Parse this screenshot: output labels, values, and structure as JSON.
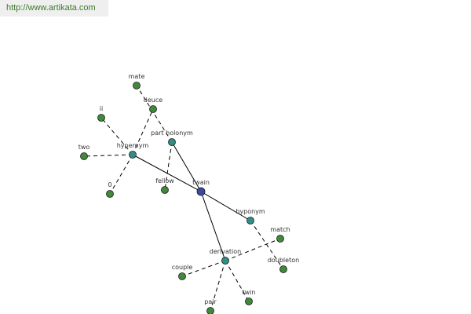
{
  "watermark": "http://www.artikata.com",
  "colors": {
    "center_node": "#3b4aa0",
    "relation_node": "#2f8f86",
    "word_node": "#3f8a3a",
    "node_outline": "#1a1a1a",
    "edge": "#000000"
  },
  "graph": {
    "nodes": [
      {
        "id": "twain",
        "label": "twain",
        "kind": "center"
      },
      {
        "id": "hypernym",
        "label": "hypernym",
        "kind": "relation"
      },
      {
        "id": "part_holonym",
        "label": "part holonym",
        "kind": "relation"
      },
      {
        "id": "hyponym",
        "label": "hyponym",
        "kind": "relation"
      },
      {
        "id": "derivation",
        "label": "derivation",
        "kind": "relation"
      },
      {
        "id": "mate",
        "label": "mate",
        "kind": "word"
      },
      {
        "id": "deuce",
        "label": "deuce",
        "kind": "word"
      },
      {
        "id": "ii",
        "label": "ii",
        "kind": "word"
      },
      {
        "id": "two",
        "label": "two",
        "kind": "word"
      },
      {
        "id": "zero",
        "label": "0",
        "kind": "word"
      },
      {
        "id": "fellow",
        "label": "fellow",
        "kind": "word"
      },
      {
        "id": "match",
        "label": "match",
        "kind": "word"
      },
      {
        "id": "doubleton",
        "label": "doubleton",
        "kind": "word"
      },
      {
        "id": "couple",
        "label": "couple",
        "kind": "word"
      },
      {
        "id": "pair",
        "label": "pair",
        "kind": "word"
      },
      {
        "id": "twin",
        "label": "twin",
        "kind": "word"
      }
    ],
    "edges": [
      {
        "from": "twain",
        "to": "hypernym",
        "style": "solid"
      },
      {
        "from": "twain",
        "to": "part_holonym",
        "style": "solid"
      },
      {
        "from": "twain",
        "to": "hyponym",
        "style": "solid"
      },
      {
        "from": "twain",
        "to": "derivation",
        "style": "solid"
      },
      {
        "from": "hypernym",
        "to": "deuce",
        "style": "dashed"
      },
      {
        "from": "hypernym",
        "to": "ii",
        "style": "dashed"
      },
      {
        "from": "hypernym",
        "to": "two",
        "style": "dashed"
      },
      {
        "from": "hypernym",
        "to": "zero",
        "style": "dashed"
      },
      {
        "from": "part_holonym",
        "to": "fellow",
        "style": "dashed"
      },
      {
        "from": "part_holonym",
        "to": "mate",
        "style": "dashed"
      },
      {
        "from": "hyponym",
        "to": "doubleton",
        "style": "dashed"
      },
      {
        "from": "derivation",
        "to": "match",
        "style": "dashed"
      },
      {
        "from": "derivation",
        "to": "couple",
        "style": "dashed"
      },
      {
        "from": "derivation",
        "to": "pair",
        "style": "dashed"
      },
      {
        "from": "derivation",
        "to": "twin",
        "style": "dashed"
      }
    ]
  }
}
